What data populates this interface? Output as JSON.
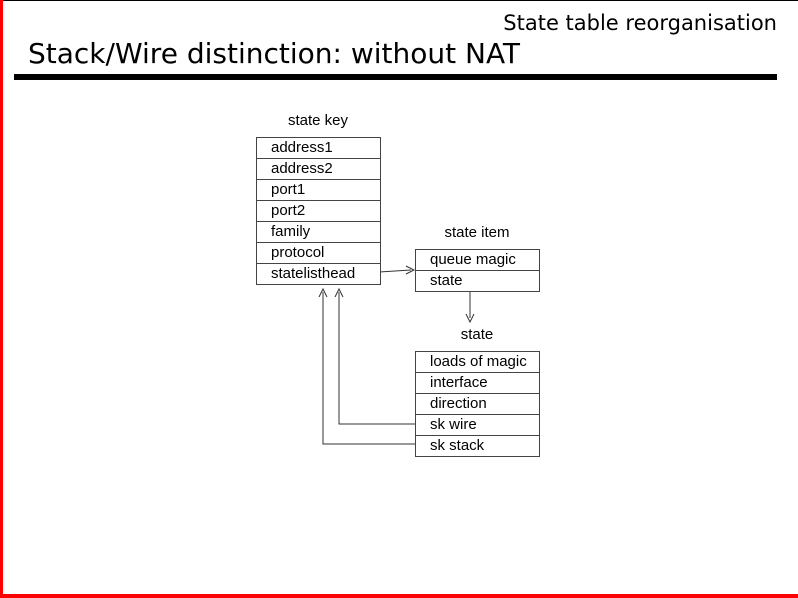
{
  "slide": {
    "header_right": "State table reorganisation",
    "title": "Stack/Wire distinction: without NAT"
  },
  "diagram": {
    "state_key": {
      "label": "state key",
      "rows": [
        "address1",
        "address2",
        "port1",
        "port2",
        "family",
        "protocol",
        "statelisthead"
      ]
    },
    "state_item": {
      "label": "state item",
      "rows": [
        "queue magic",
        "state"
      ]
    },
    "state": {
      "label": "state",
      "rows": [
        "loads of magic",
        "interface",
        "direction",
        "sk wire",
        "sk stack"
      ]
    },
    "arrows": [
      "statelisthead-to-state-item",
      "state-item-to-state",
      "sk-wire-to-state-key",
      "sk-stack-to-state-key"
    ]
  },
  "colors": {
    "accent_red": "#ff0000",
    "table_border": "#444444",
    "line_color": "#333333",
    "rule_color": "#000000"
  }
}
